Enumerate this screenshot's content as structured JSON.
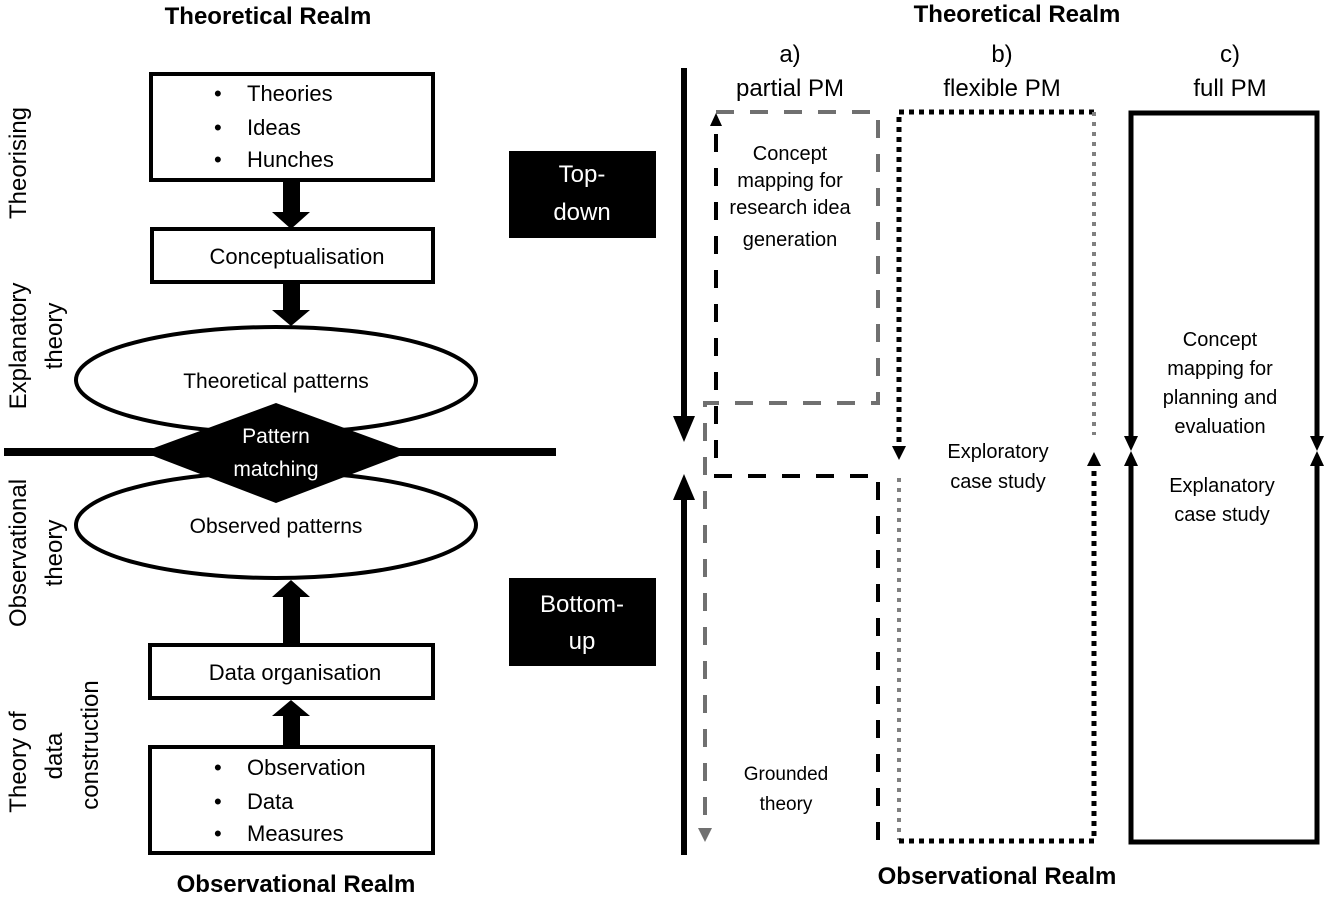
{
  "left_panel": {
    "top_title": "Theoretical Realm",
    "bottom_title": "Observational Realm",
    "side_labels": {
      "theorising": [
        "Theorising"
      ],
      "explanatory_theory": [
        "Explanatory",
        "theory"
      ],
      "observational_theory": [
        "Observational",
        "theory"
      ],
      "theory_of_data_construction": [
        "Theory of",
        "data",
        "construction"
      ]
    },
    "top_box_items": [
      "Theories",
      "Ideas",
      "Hunches"
    ],
    "conceptualisation": "Conceptualisation",
    "theoretical_patterns": "Theoretical  patterns",
    "pattern_matching": [
      "Pattern",
      "matching"
    ],
    "observed_patterns": "Observed  patterns",
    "data_organisation": "Data organisation",
    "bottom_box_items": [
      "Observation",
      "Data",
      "Measures"
    ],
    "bullet": "•"
  },
  "right_panel": {
    "top_title": "Theoretical Realm",
    "bottom_title": "Observational Realm",
    "top_down": [
      "Top-",
      "down"
    ],
    "bottom_up": [
      "Bottom-",
      "up"
    ],
    "columns": [
      {
        "letter": "a)",
        "name": "partial PM",
        "upper_label": [
          "Concept",
          "mapping for",
          "research idea",
          "generation"
        ],
        "lower_label": [
          "Grounded",
          "theory"
        ]
      },
      {
        "letter": "b)",
        "name": "flexible PM",
        "label": [
          "Exploratory",
          "case study"
        ]
      },
      {
        "letter": "c)",
        "name": "full PM",
        "upper_label": [
          "Concept",
          "mapping for",
          "planning and",
          "evaluation"
        ],
        "lower_label": [
          "Explanatory",
          "case study"
        ]
      }
    ]
  },
  "colors": {
    "ink": "#000000",
    "grey_dash": "#707070",
    "background": "#ffffff"
  }
}
